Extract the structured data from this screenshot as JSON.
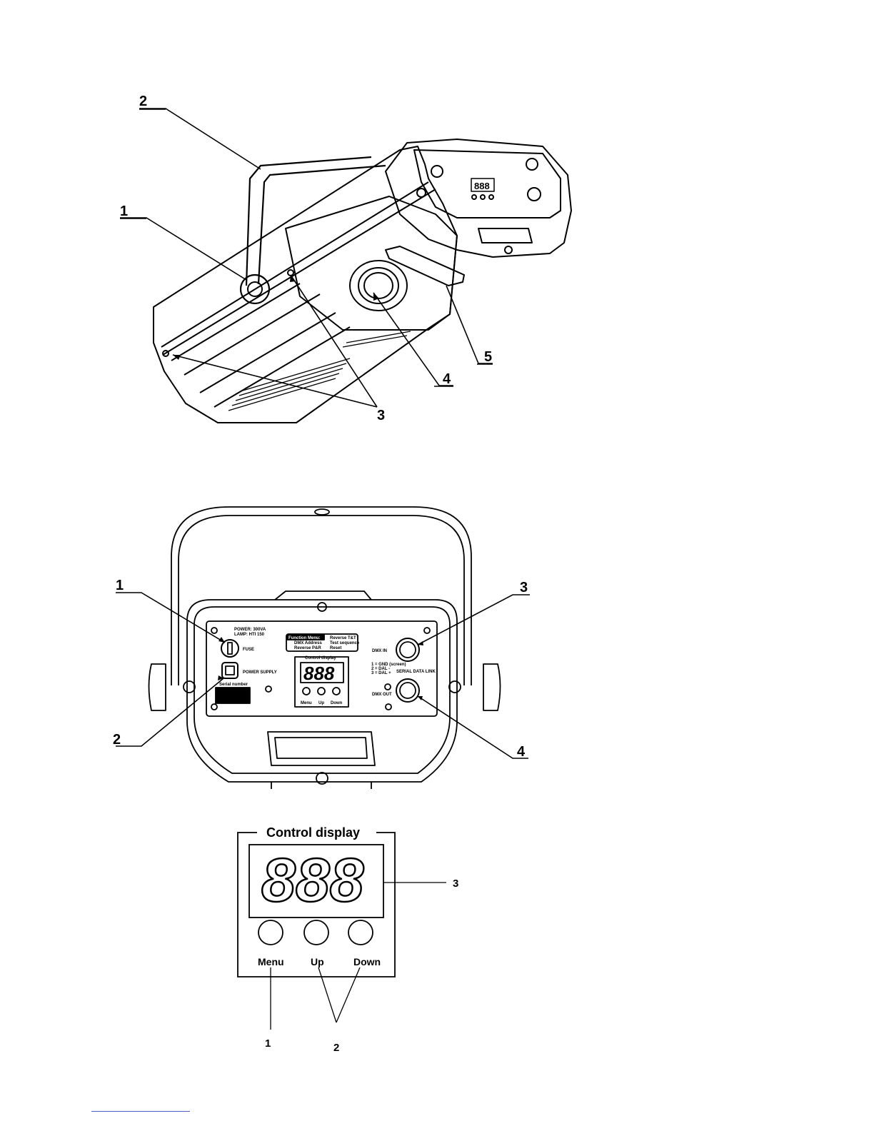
{
  "figure1": {
    "callouts": [
      "1",
      "2",
      "3",
      "4",
      "5"
    ],
    "display_digits": "888"
  },
  "figure2": {
    "callouts": [
      "1",
      "2",
      "3",
      "4"
    ],
    "labels": {
      "power": "POWER: 300VA",
      "lamp": "LAMP:   HTI 150",
      "fuse": "FUSE",
      "power_supply": "POWER SUPPLY",
      "serial_number": "Serial number",
      "function_menu": "Function Menu:",
      "menu_item_1": "DMX Address",
      "menu_item_2": "Reverse P&R",
      "menu_item_3": "Reverse T&T",
      "menu_item_4": "Test sequence",
      "menu_item_5": "Reset",
      "control_display": "Control display",
      "display_digits": "888",
      "btn_menu": "Menu",
      "btn_up": "Up",
      "btn_down": "Down",
      "dmx_in": "DMX IN",
      "serial_data_link": "SERIAL DATA LINK",
      "dmx_out": "DMX OUT",
      "pin_1": "1 = GND (screen)",
      "pin_2": "2 = DAL -",
      "pin_3": "3 = DAL +"
    }
  },
  "figure3": {
    "title": "Control display",
    "display_digits": "888",
    "buttons": [
      "Menu",
      "Up",
      "Down"
    ],
    "callouts": [
      "1",
      "2",
      "3"
    ]
  }
}
